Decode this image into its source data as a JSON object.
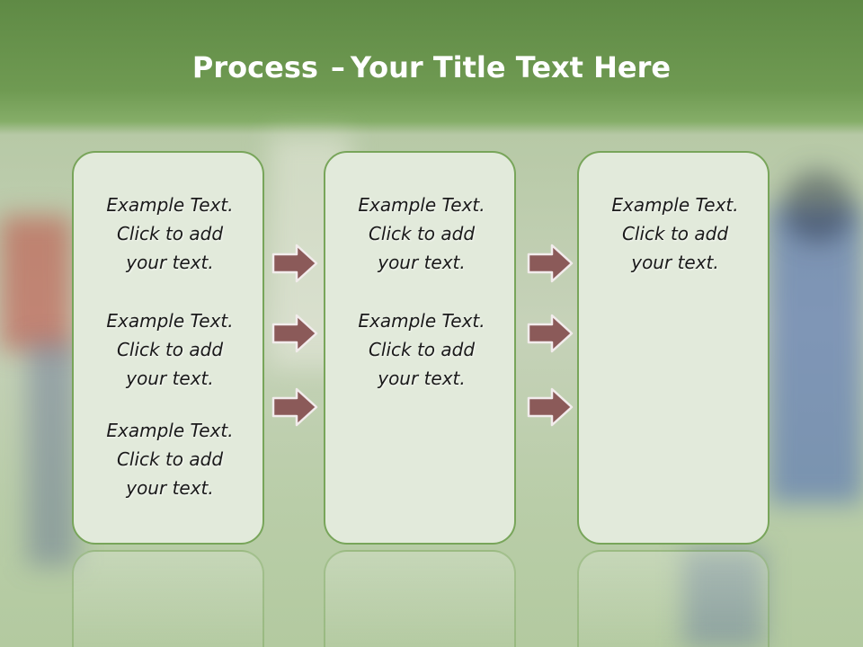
{
  "title": {
    "bold": "Process",
    "separator": "–",
    "rest": "Your Title Text Here"
  },
  "boxes": [
    {
      "items": [
        {
          "l1": "Example Text.",
          "l2": "Click  to add",
          "l3": "your text."
        },
        {
          "l1": "Example Text.",
          "l2": "Click  to add",
          "l3": "your text."
        },
        {
          "l1": "Example Text.",
          "l2": "Click  to add",
          "l3": "your text."
        }
      ]
    },
    {
      "items": [
        {
          "l1": "Example Text.",
          "l2": "Click  to add",
          "l3": "your text."
        },
        {
          "l1": "Example Text.",
          "l2": "Click  to add",
          "l3": "your text."
        }
      ]
    },
    {
      "items": [
        {
          "l1": "Example Text.",
          "l2": "Click  to add",
          "l3": "your text."
        }
      ]
    }
  ],
  "colors": {
    "arrow_fill": "#8b5a59",
    "arrow_stroke": "#f2ecec",
    "box_border": "#78a55a",
    "box_fill": "#e2eadb"
  },
  "icons": {
    "arrow": "right-arrow-icon"
  }
}
